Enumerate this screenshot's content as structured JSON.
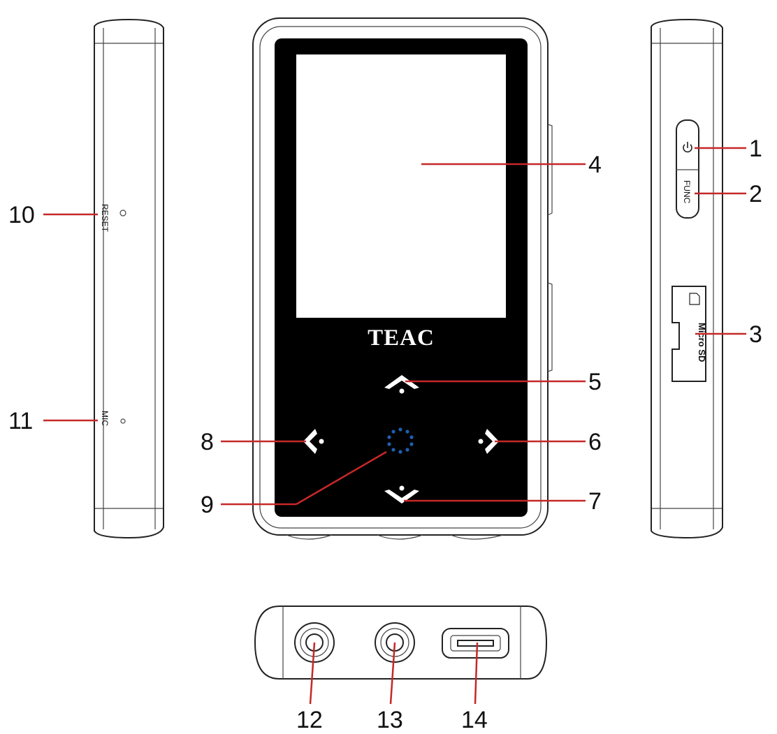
{
  "brand": "TEAC",
  "side_labels": {
    "reset": "RESET",
    "mic": "MIC",
    "func": "FUNC",
    "micro_sd": "Micro SD"
  },
  "callouts": [
    {
      "id": "1",
      "text": "1"
    },
    {
      "id": "2",
      "text": "2"
    },
    {
      "id": "3",
      "text": "3"
    },
    {
      "id": "4",
      "text": "4"
    },
    {
      "id": "5",
      "text": "5"
    },
    {
      "id": "6",
      "text": "6"
    },
    {
      "id": "7",
      "text": "7"
    },
    {
      "id": "8",
      "text": "8"
    },
    {
      "id": "9",
      "text": "9"
    },
    {
      "id": "10",
      "text": "10"
    },
    {
      "id": "11",
      "text": "11"
    },
    {
      "id": "12",
      "text": "12"
    },
    {
      "id": "13",
      "text": "13"
    },
    {
      "id": "14",
      "text": "14"
    }
  ],
  "colors": {
    "leader": "#c62828",
    "accent": "#1e5fae",
    "screen": "#000000"
  },
  "icons": [
    "power-icon",
    "up-arrow-icon",
    "down-arrow-icon",
    "left-arrow-icon",
    "right-arrow-icon",
    "center-button-icon",
    "sd-card-icon"
  ]
}
